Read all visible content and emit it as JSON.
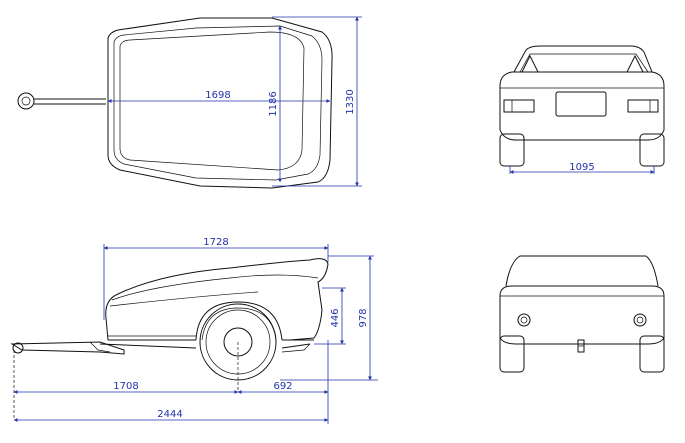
{
  "views": {
    "top": {
      "dim_length": "1698",
      "dim_inner_width": "1186",
      "dim_outer_width": "1330"
    },
    "rear": {
      "dim_track": "1095"
    },
    "side": {
      "dim_body_length": "1728",
      "dim_body_height": "446",
      "dim_total_height": "978",
      "dim_drawbar_to_axle": "1708",
      "dim_axle_to_rear": "692",
      "dim_total_length": "2444"
    }
  },
  "colors": {
    "line": "#111111",
    "dimension": "#2233aa"
  }
}
